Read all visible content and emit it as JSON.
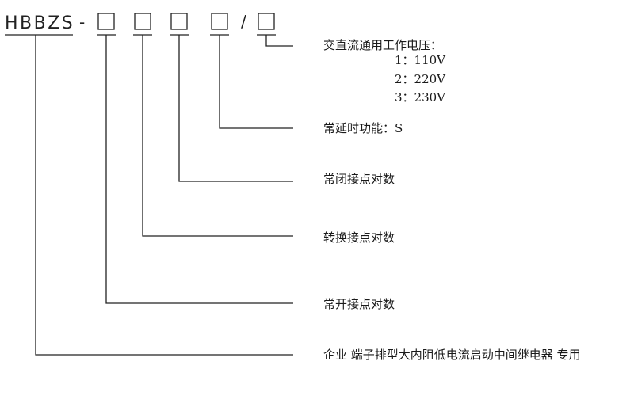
{
  "model_code": {
    "prefix": "HBBZS",
    "dash": "-",
    "slash": "/"
  },
  "labels": {
    "voltage": {
      "title": "交直流通用工作电压：",
      "options": [
        "1：110V",
        "2：220V",
        "3：230V"
      ]
    },
    "delay_function": "常延时功能：S",
    "nc_contacts": "常闭接点对数",
    "changeover_contacts": "转换接点对数",
    "no_contacts": "常开接点对数",
    "product_description": "企业 端子排型大内阻低电流启动中间继电器 专用"
  }
}
